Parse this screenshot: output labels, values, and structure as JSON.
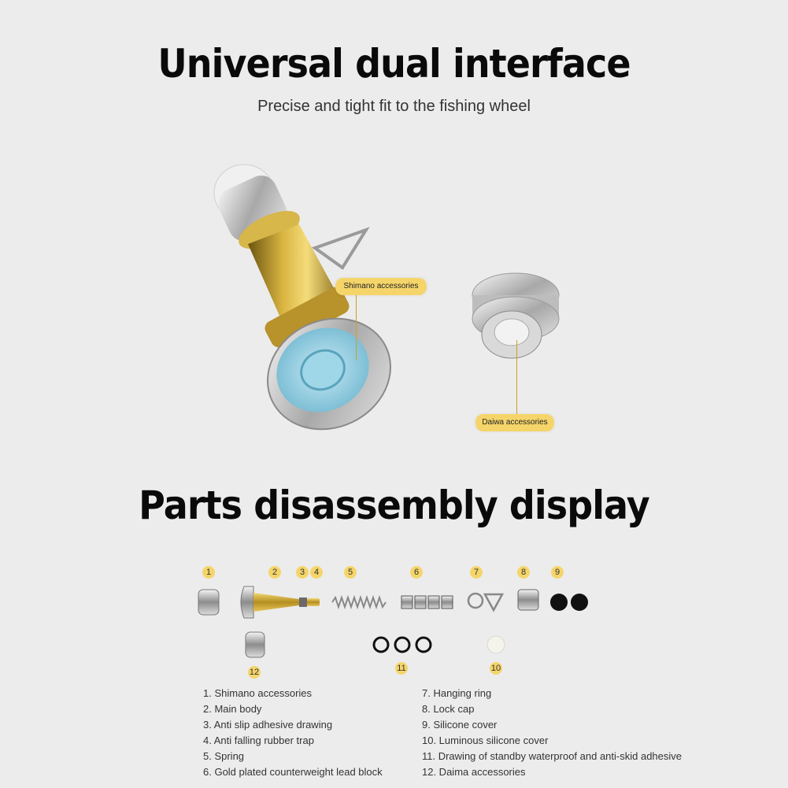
{
  "header": {
    "title": "Universal dual interface",
    "subtitle": "Precise and tight fit to the fishing wheel"
  },
  "callouts": {
    "shimano": "Shimano accessories",
    "daiwa": "Daiwa accessories"
  },
  "section2": {
    "title": "Parts disassembly display"
  },
  "part_numbers": [
    "1",
    "2",
    "3",
    "4",
    "5",
    "6",
    "7",
    "8",
    "9",
    "12",
    "11",
    "10"
  ],
  "legend_left": [
    "1. Shimano accessories",
    "2. Main body",
    "3. Anti slip adhesive drawing",
    "4. Anti falling rubber trap",
    "5. Spring",
    "6. Gold plated counterweight lead block"
  ],
  "legend_right": [
    "7. Hanging ring",
    "8. Lock cap",
    "9. Silicone cover",
    "10. Luminous silicone cover",
    "11. Drawing of standby waterproof and anti-skid adhesive",
    "12. Daima accessories"
  ],
  "colors": {
    "background": "#ececec",
    "accent": "#f5d56a",
    "gold": "#c9a227",
    "blue_seal": "#8fd0e6"
  }
}
